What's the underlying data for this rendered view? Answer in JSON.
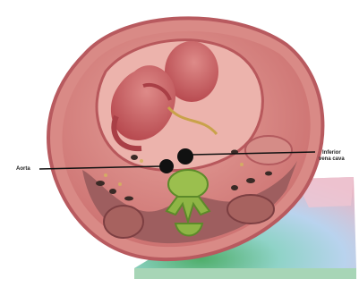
{
  "labels": {
    "aorta": "Aorta",
    "ivc_line1": "Inferior",
    "ivc_line2": "vena cava"
  },
  "colors": {
    "uterus_outer": "#d98a86",
    "uterus_wall": "#c8676a",
    "amniotic": "#e9a9a4",
    "fetus": "#c45a5c",
    "vertebra": "#9bbf4e",
    "vessels": "#111111",
    "bed_pink": "#e7b5c4",
    "bed_blue": "#b9d3ee",
    "bed_green": "#4fae6a"
  }
}
